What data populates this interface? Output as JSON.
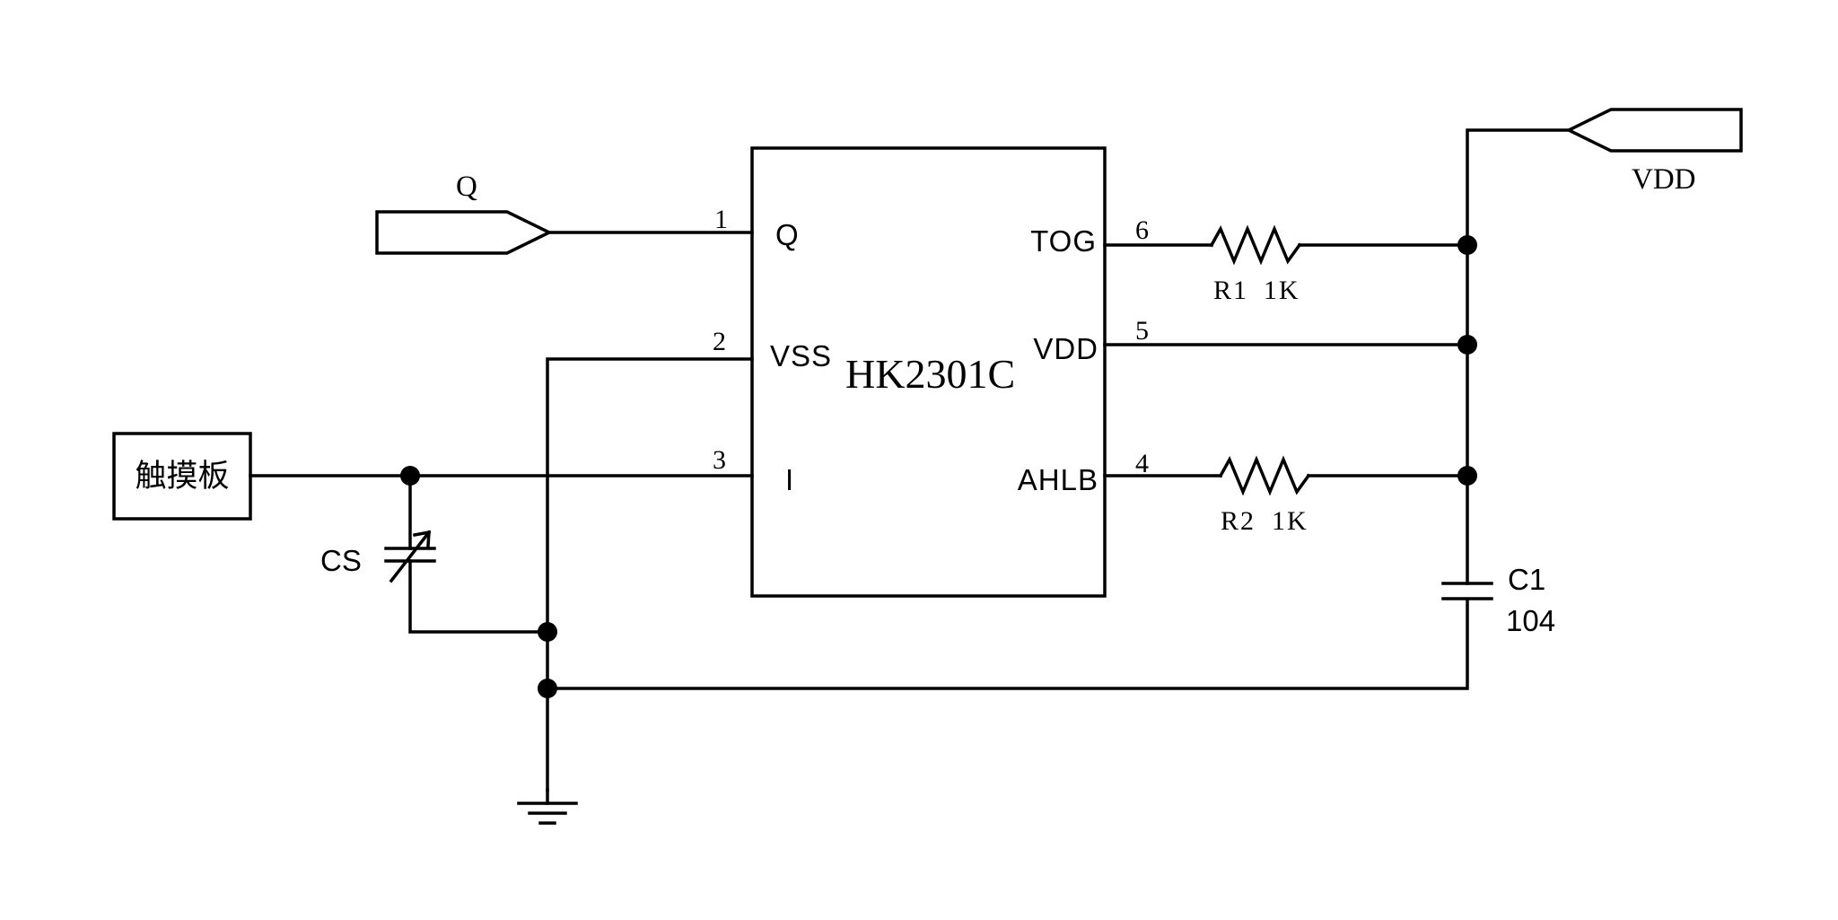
{
  "ic": {
    "name": "HK2301C",
    "pins": {
      "p1": {
        "num": "1",
        "name": "Q"
      },
      "p2": {
        "num": "2",
        "name": "VSS"
      },
      "p3": {
        "num": "3",
        "name": "I"
      },
      "p4": {
        "num": "4",
        "name": "AHLB"
      },
      "p5": {
        "num": "5",
        "name": "VDD"
      },
      "p6": {
        "num": "6",
        "name": "TOG"
      }
    }
  },
  "ports": {
    "q": {
      "label": "Q"
    },
    "vdd": {
      "label": "VDD"
    }
  },
  "touch_pad": {
    "label": "触摸板"
  },
  "components": {
    "r1": {
      "ref": "R1",
      "value": "1K"
    },
    "r2": {
      "ref": "R2",
      "value": "1K"
    },
    "c1": {
      "ref": "C1",
      "value": "104"
    },
    "cs": {
      "ref": "CS"
    }
  }
}
